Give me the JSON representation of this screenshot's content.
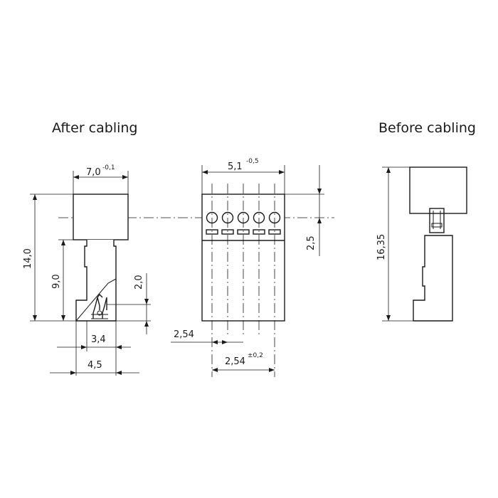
{
  "titles": {
    "after": "After cabling",
    "before": "Before cabling"
  },
  "dimensions": {
    "width_top": {
      "value": "7,0",
      "tolerance": "-0,1"
    },
    "height_total": "14,0",
    "height_lower": "9,0",
    "cable_height": "2,0",
    "bottom_small": "3,4",
    "bottom_large": "4,5",
    "front_width": {
      "value": "5,1",
      "tolerance": "-0,5"
    },
    "front_offset": "2,5",
    "pitch_left": "2,54",
    "pitch": {
      "value": "2,54",
      "tolerance": "±0,2"
    },
    "height_before": "16,35"
  }
}
